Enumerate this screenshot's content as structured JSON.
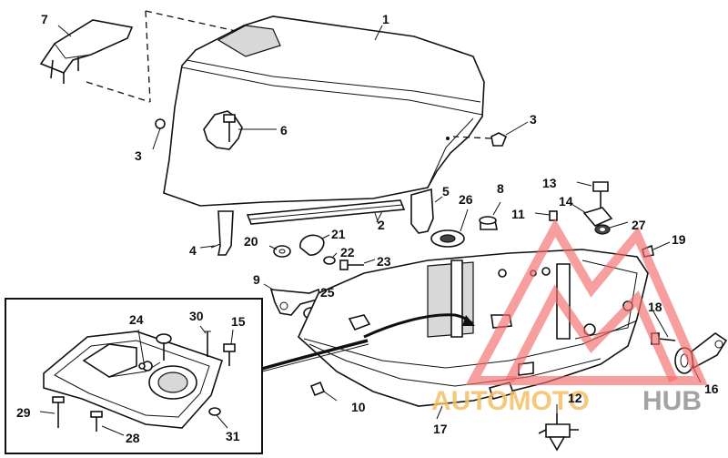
{
  "callouts": {
    "c1": "1",
    "c2": "2",
    "c3a": "3",
    "c3b": "3",
    "c4": "4",
    "c5": "5",
    "c6": "6",
    "c7": "7",
    "c8": "8",
    "c9": "9",
    "c10": "10",
    "c11": "11",
    "c12": "12",
    "c13": "13",
    "c14": "14",
    "c15": "15",
    "c16": "16",
    "c17": "17",
    "c18": "18",
    "c19": "19",
    "c20": "20",
    "c21": "21",
    "c22": "22",
    "c23": "23",
    "c24": "24",
    "c25": "25",
    "c26": "26",
    "c27": "27",
    "c28": "28",
    "c29": "29",
    "c30": "30",
    "c31": "31"
  },
  "watermark": {
    "brand_part1": "AUTOMOTO",
    "brand_part2": "HUB"
  }
}
